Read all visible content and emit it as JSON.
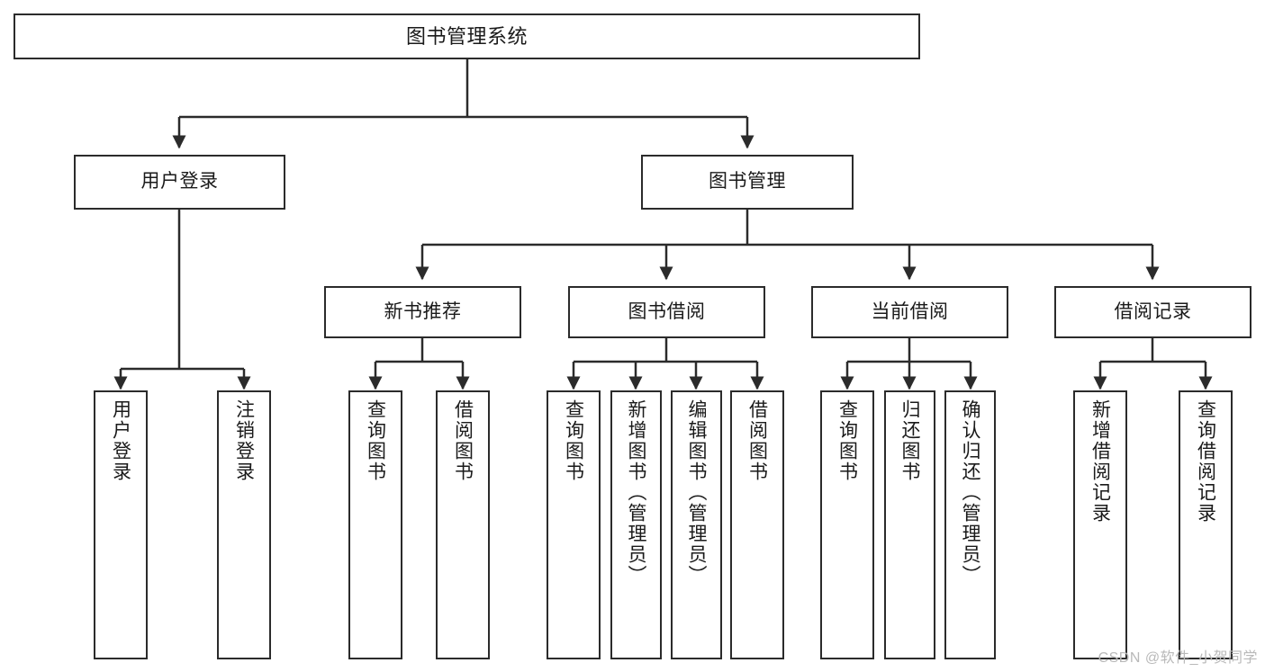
{
  "diagram": {
    "type": "tree-hierarchy-chart",
    "title": "图书管理系统",
    "colors": {
      "box_border": "#2b2b2b",
      "box_fill": "#ffffff",
      "connector": "#2b2b2b",
      "text": "#1a1a1a",
      "watermark": "#b9b9b9",
      "background": "#ffffff"
    },
    "nodes": {
      "root": {
        "label": "图书管理系统"
      },
      "level2": [
        {
          "label": "用户登录"
        },
        {
          "label": "图书管理"
        }
      ],
      "level3": [
        {
          "label": "新书推荐"
        },
        {
          "label": "图书借阅"
        },
        {
          "label": "当前借阅"
        },
        {
          "label": "借阅记录"
        }
      ],
      "leaves": {
        "user_login": [
          {
            "label": "用户登录"
          },
          {
            "label": "注销登录"
          }
        ],
        "new_book_recommend": [
          {
            "label": "查询图书"
          },
          {
            "label": "借阅图书"
          }
        ],
        "book_borrow": [
          {
            "label": "查询图书"
          },
          {
            "label": "新增图书（管理员）"
          },
          {
            "label": "编辑图书（管理员）"
          },
          {
            "label": "借阅图书"
          }
        ],
        "current_borrow": [
          {
            "label": "查询图书"
          },
          {
            "label": "归还图书"
          },
          {
            "label": "确认归还（管理员）"
          }
        ],
        "borrow_records": [
          {
            "label": "新增借阅记录"
          },
          {
            "label": "查询借阅记录"
          }
        ]
      }
    },
    "watermark": "CSDN @软件_小贺同学"
  }
}
